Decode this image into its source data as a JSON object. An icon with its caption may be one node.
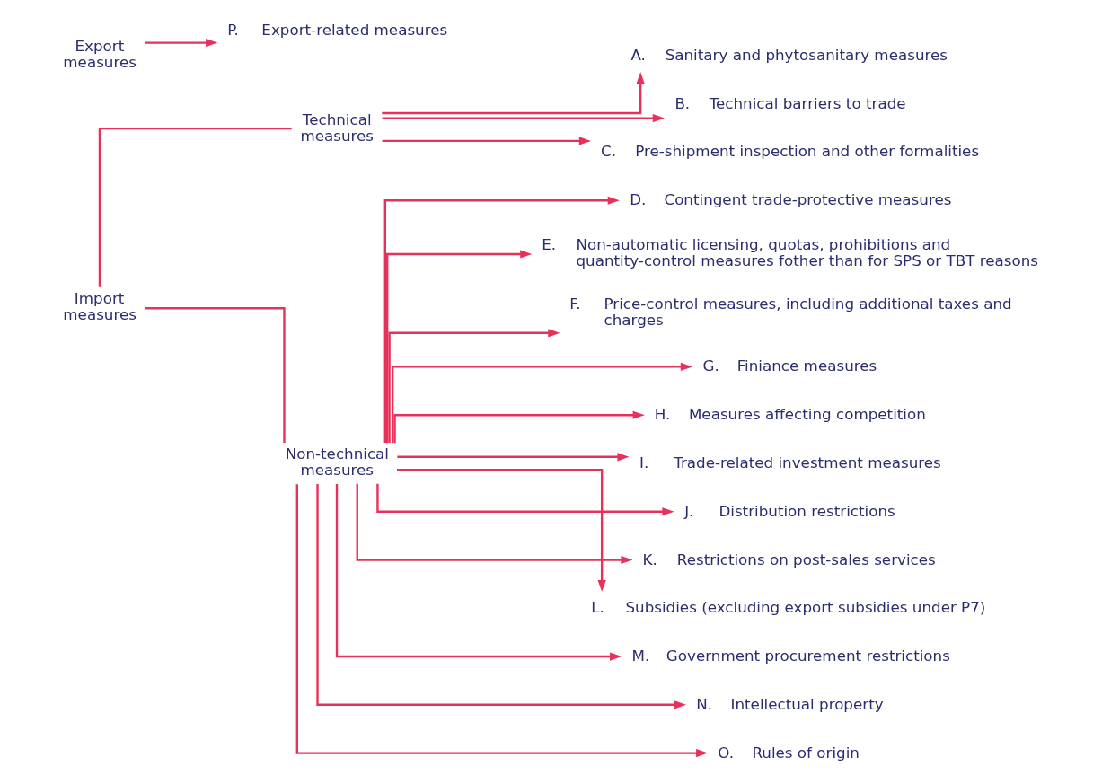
{
  "diagram": {
    "nodes": [
      {
        "text": [
          "Import measures"
        ]
      },
      {
        "text": [
          "Technical measures"
        ]
      },
      {
        "text": [
          "A.",
          "Sanitary and phytosanitary measures"
        ]
      },
      {
        "text": [
          "B.",
          "Technical barriers to trade"
        ]
      },
      {
        "text": [
          "C.",
          "Pre-shipment inspection and other formalities"
        ]
      },
      {
        "text": [
          "Non-technical measures"
        ]
      },
      {
        "text": [
          "D.",
          "Contingent trade-protective measures"
        ]
      },
      {
        "text": [
          "E.",
          "Non-automatic licensing, quotas, prohibitions and quantity-control measures fother than for SPS or TBT reasons"
        ]
      },
      {
        "text": [
          "F.",
          "Price-control measures, including additional taxes and charges"
        ]
      },
      {
        "text": [
          "G.",
          "Finiance measures"
        ]
      },
      {
        "text": [
          "H.",
          "Measures affecting competition"
        ]
      },
      {
        "text": [
          "I.",
          "Trade-related investment measures"
        ]
      },
      {
        "text": [
          "J.",
          "Distribution restrictions"
        ]
      },
      {
        "text": [
          "K.",
          "Restrictions on post-sales services"
        ]
      },
      {
        "text": [
          "L.",
          "Subsidies (excluding export subsidies under P7)"
        ]
      },
      {
        "text": [
          "M.",
          "Government procurement restrictions"
        ]
      },
      {
        "text": [
          "N.",
          "Intellectual property"
        ]
      },
      {
        "text": [
          "O.",
          "Rules of origin"
        ]
      },
      {
        "text": [
          "Export measures"
        ]
      },
      {
        "text": [
          "P.",
          "Export-related measures"
        ]
      }
    ],
    "edges": [
      {
        "from": 0,
        "to": 1,
        "arrow": "none"
      },
      {
        "from": 0,
        "to": 5,
        "arrow": "none"
      },
      {
        "from": 1,
        "to": 2,
        "arrow": "to"
      },
      {
        "from": 1,
        "to": 3,
        "arrow": "to"
      },
      {
        "from": 1,
        "to": 4,
        "arrow": "to"
      },
      {
        "from": 5,
        "to": 6,
        "arrow": "to"
      },
      {
        "from": 5,
        "to": 7,
        "arrow": "to"
      },
      {
        "from": 5,
        "to": 8,
        "arrow": "to"
      },
      {
        "from": 5,
        "to": 9,
        "arrow": "to"
      },
      {
        "from": 5,
        "to": 10,
        "arrow": "to"
      },
      {
        "from": 5,
        "to": 11,
        "arrow": "to"
      },
      {
        "from": 5,
        "to": 12,
        "arrow": "to"
      },
      {
        "from": 5,
        "to": 13,
        "arrow": "to"
      },
      {
        "from": 5,
        "to": 14,
        "arrow": "to"
      },
      {
        "from": 5,
        "to": 15,
        "arrow": "to"
      },
      {
        "from": 5,
        "to": 16,
        "arrow": "to"
      },
      {
        "from": 5,
        "to": 17,
        "arrow": "to"
      },
      {
        "from": 18,
        "to": 19,
        "arrow": "to"
      }
    ]
  }
}
